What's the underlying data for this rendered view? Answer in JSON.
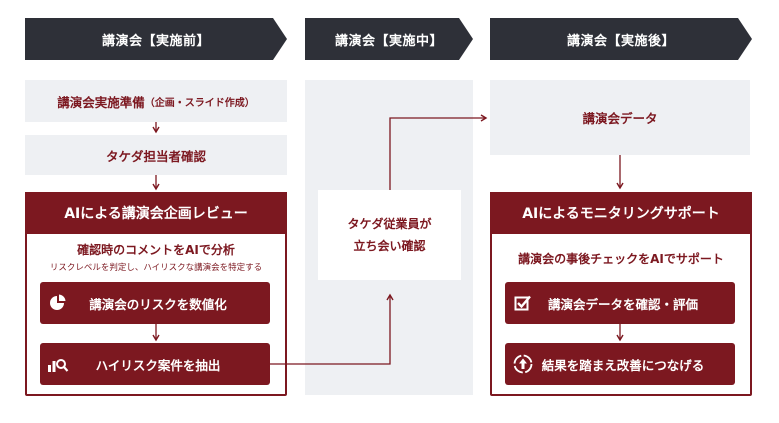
{
  "phases": [
    {
      "label": "講演会【実施前】"
    },
    {
      "label": "講演会【実施中】"
    },
    {
      "label": "講演会【実施後】"
    }
  ],
  "before": {
    "step1_main": "講演会実施準備",
    "step1_sub": "（企画・スライド作成）",
    "step2": "タケダ担当者確認",
    "ai_box": {
      "title": "AIによる講演会企画レビュー",
      "subtitle": "確認時のコメントをAIで分析",
      "note": "リスクレベルを判定し、ハイリスクな講演会を特定する",
      "btn1": "講演会のリスクを数値化",
      "btn2": "ハイリスク案件を抽出"
    }
  },
  "during": {
    "box_line1": "タケダ従業員が",
    "box_line2": "立ち会い確認"
  },
  "after": {
    "step1": "講演会データ",
    "ai_box": {
      "title": "AIによるモニタリングサポート",
      "subtitle": "講演会の事後チェックをAIでサポート",
      "btn1": "講演会データを確認・評価",
      "btn2": "結果を踏まえ改善につなげる"
    }
  },
  "colors": {
    "dark": "#2e3038",
    "accent": "#7c1820",
    "panel": "#eef0f3"
  },
  "icons": [
    "pie-chart-icon",
    "bar-magnifier-icon",
    "checkbox-icon",
    "circle-up-arrow-icon"
  ]
}
